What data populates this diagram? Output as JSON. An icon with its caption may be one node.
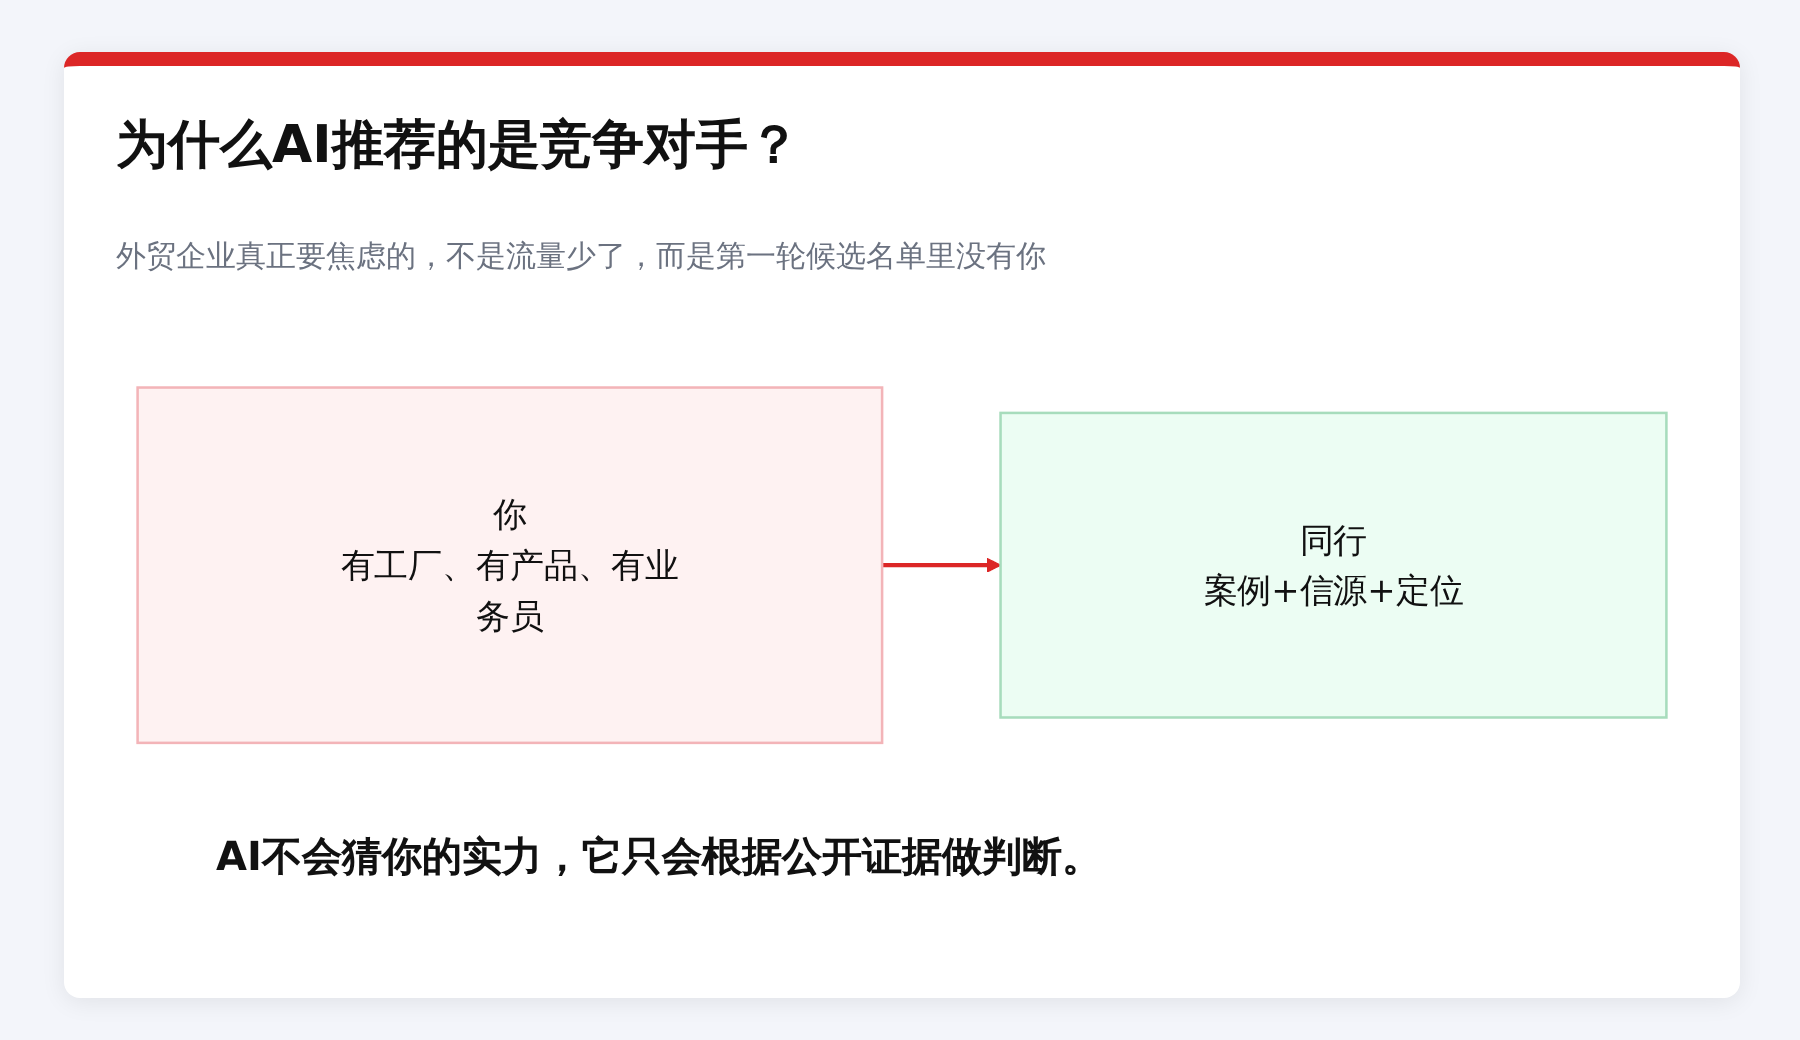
{
  "diagram": {
    "title": "为什么AI推荐的是竞争对手？",
    "nodes": [
      {
        "text": [
          "你",
          "有工厂、有产品、有业务员"
        ]
      },
      {
        "text": [
          "同行",
          "案例+信源+定位"
        ]
      }
    ],
    "edges": [
      {
        "from": 0,
        "to": 1,
        "arrow": "to",
        "color": "#dc2626"
      }
    ],
    "labels": [
      "外贸企业真正要焦虑的，不是流量少了，而是第一轮候选名单里没有你",
      "AI不会猜你的实力，它只会根据公开证据做判断。"
    ]
  }
}
